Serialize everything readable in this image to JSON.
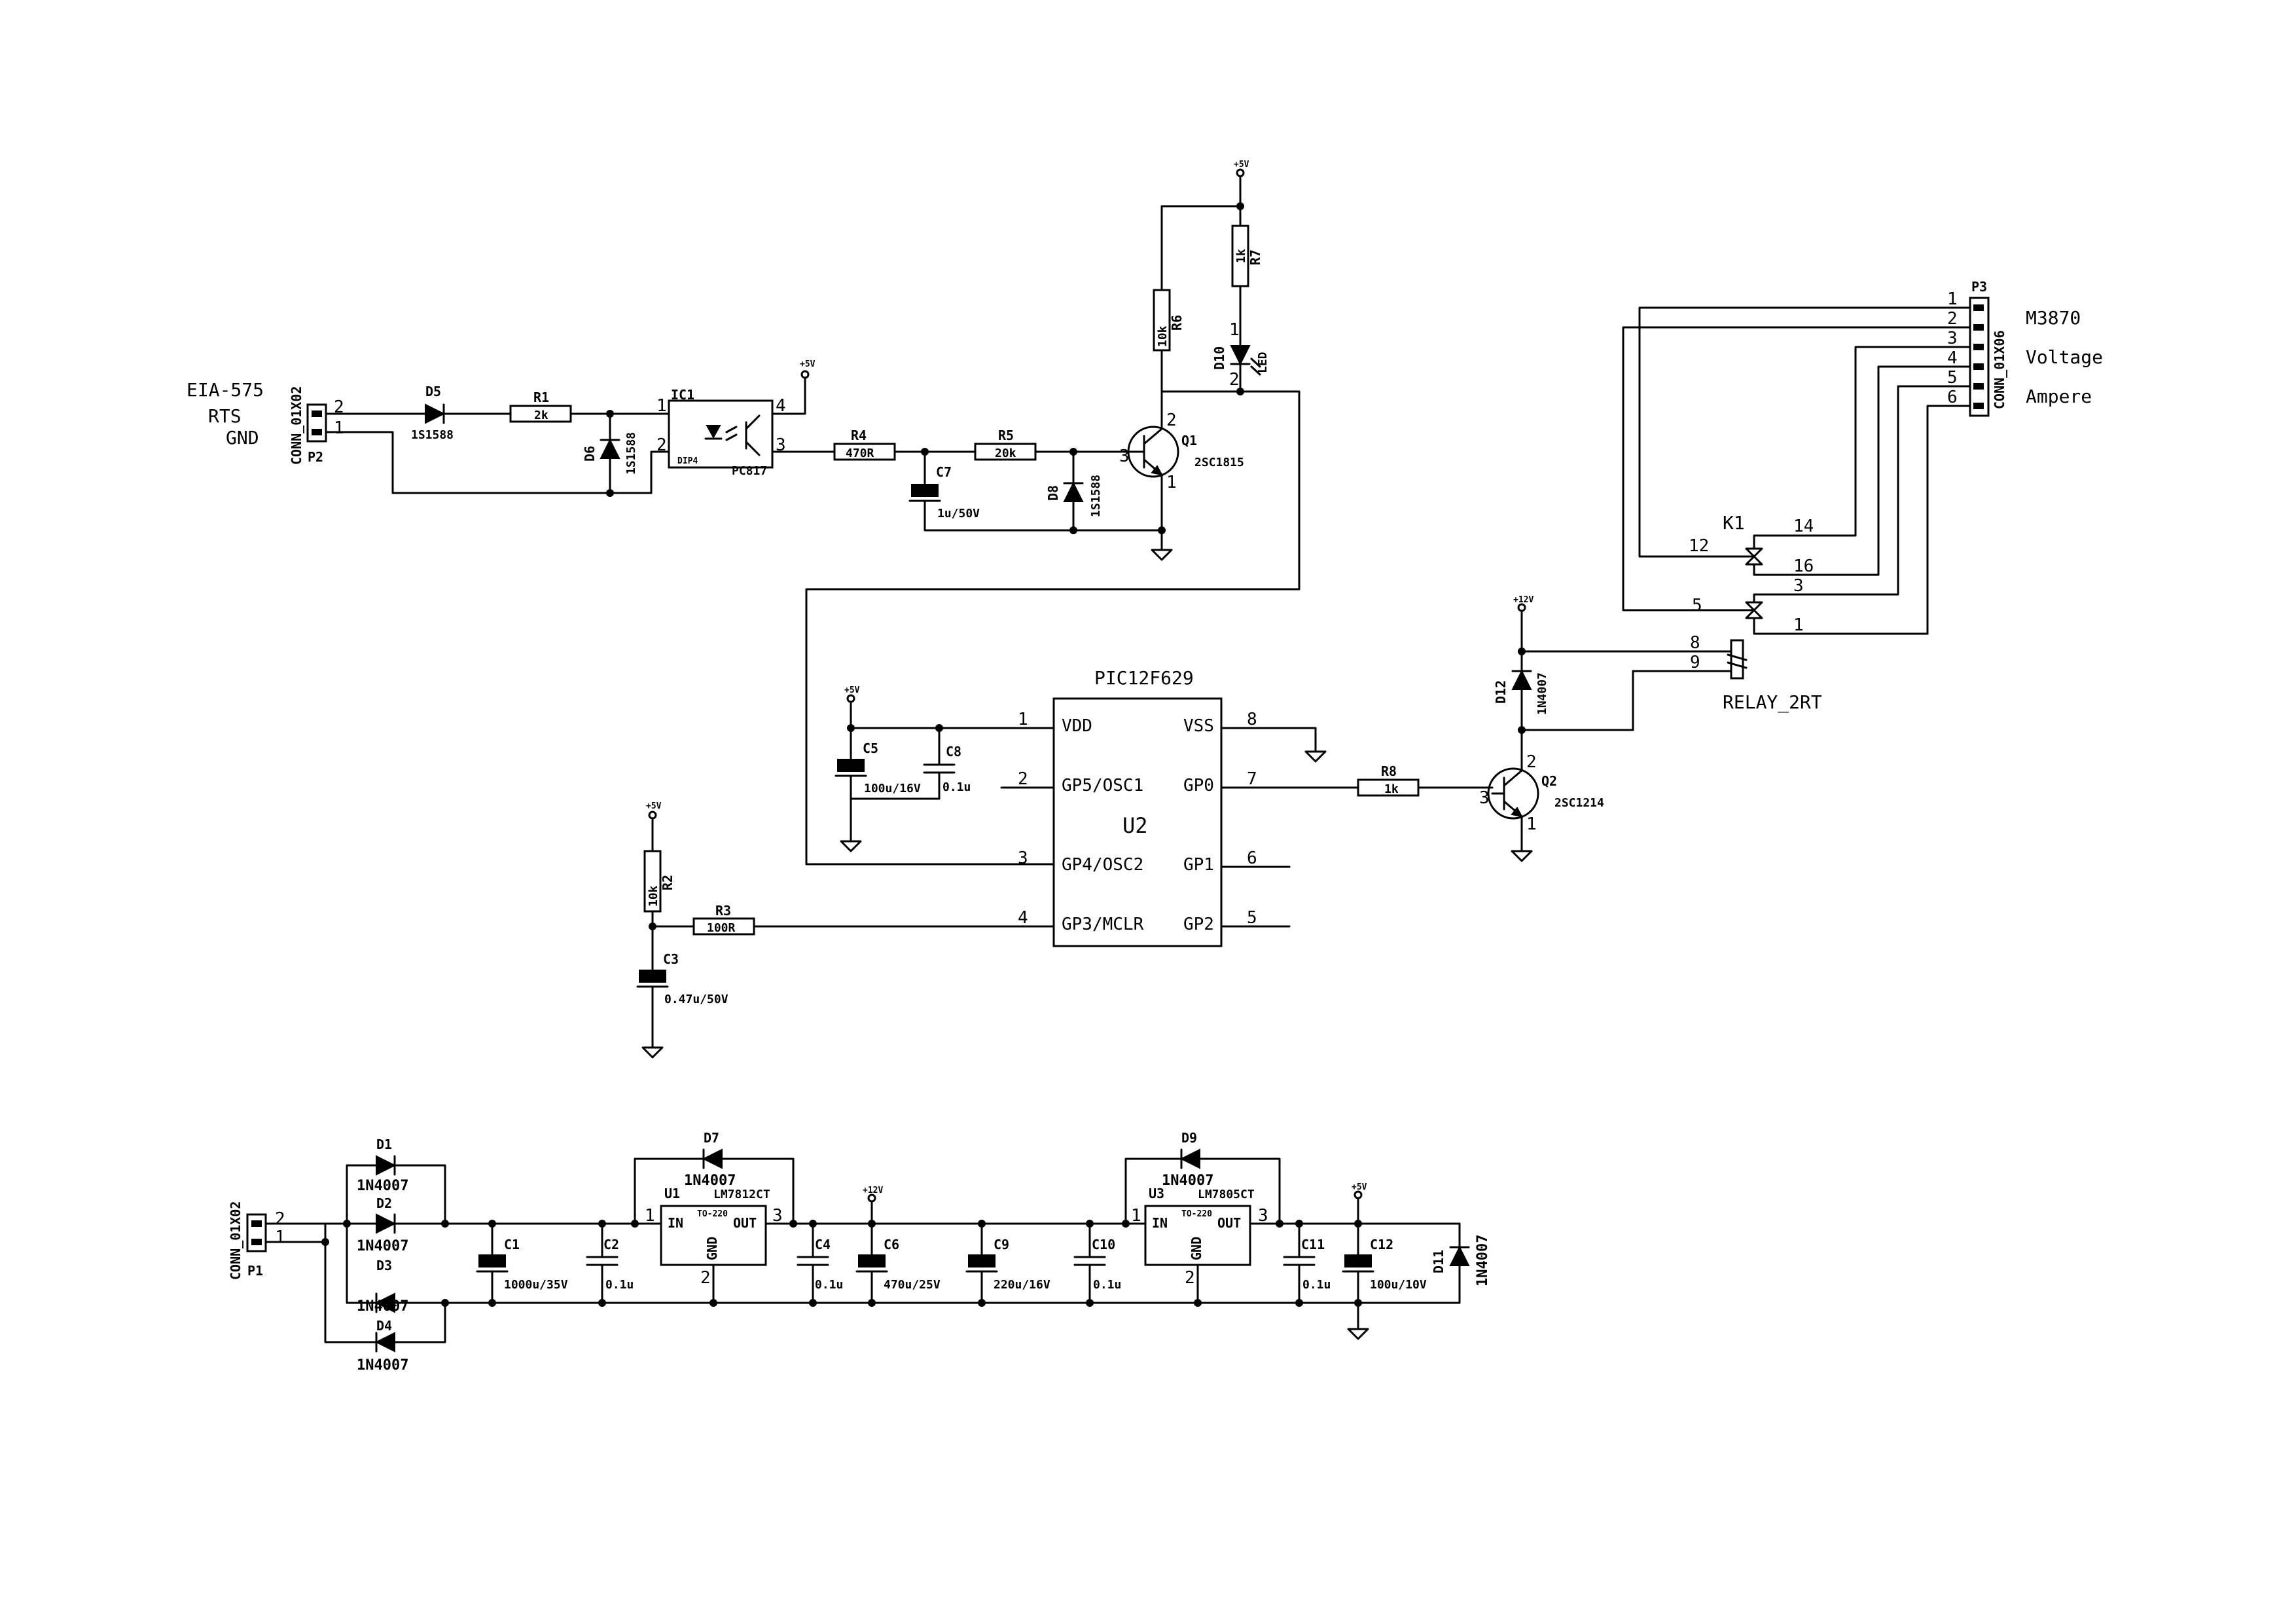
{
  "title_block": {
    "eia": "EIA-575",
    "rts": "RTS",
    "gnd": "GND",
    "m3870": "M3870",
    "voltage": "Voltage",
    "ampere": "Ampere"
  },
  "p2": {
    "ref": "P2",
    "val": "CONN_01X02",
    "pin1": "1",
    "pin2": "2"
  },
  "p1": {
    "ref": "P1",
    "val": "CONN_01X02",
    "pin1": "1",
    "pin2": "2"
  },
  "p3": {
    "ref": "P3",
    "val": "CONN_01X06",
    "pins": [
      "1",
      "2",
      "3",
      "4",
      "5",
      "6"
    ]
  },
  "d5": {
    "ref": "D5",
    "val": "1S1588"
  },
  "d6": {
    "ref": "D6",
    "val": "1S1588"
  },
  "d8": {
    "ref": "D8",
    "val": "1S1588"
  },
  "d10": {
    "ref": "D10",
    "val": "LED"
  },
  "d12": {
    "ref": "D12",
    "val": "1N4007"
  },
  "d11": {
    "ref": "D11",
    "val": "1N4007"
  },
  "d1": {
    "ref": "D1",
    "val": "1N4007"
  },
  "d2": {
    "ref": "D2",
    "val": "1N4007"
  },
  "d3": {
    "ref": "D3",
    "val": "1N4007"
  },
  "d4": {
    "ref": "D4",
    "val": "1N4007"
  },
  "d7": {
    "ref": "D7",
    "val": "1N4007"
  },
  "d9": {
    "ref": "D9",
    "val": "1N4007"
  },
  "r1": {
    "ref": "R1",
    "val": "2k"
  },
  "r2": {
    "ref": "R2",
    "val": "10k"
  },
  "r3": {
    "ref": "R3",
    "val": "100R"
  },
  "r4": {
    "ref": "R4",
    "val": "470R"
  },
  "r5": {
    "ref": "R5",
    "val": "20k"
  },
  "r6": {
    "ref": "R6",
    "val": "10k"
  },
  "r7": {
    "ref": "R7",
    "val": "1k"
  },
  "r8": {
    "ref": "R8",
    "val": "1k"
  },
  "ic1": {
    "ref": "IC1",
    "val": "PC817",
    "pkg": "DIP4",
    "pin1": "1",
    "pin2": "2",
    "pin3": "3",
    "pin4": "4"
  },
  "q1": {
    "ref": "Q1",
    "val": "2SC1815",
    "pin1": "1",
    "pin2": "2",
    "pin3": "3"
  },
  "q2": {
    "ref": "Q2",
    "val": "2SC1214",
    "pin1": "1",
    "pin2": "2",
    "pin3": "3"
  },
  "c1": {
    "ref": "C1",
    "val": "1000u/35V"
  },
  "c2": {
    "ref": "C2",
    "val": "0.1u"
  },
  "c3": {
    "ref": "C3",
    "val": "0.47u/50V"
  },
  "c4": {
    "ref": "C4",
    "val": "0.1u"
  },
  "c5": {
    "ref": "C5",
    "val": "100u/16V"
  },
  "c6": {
    "ref": "C6",
    "val": "470u/25V"
  },
  "c7": {
    "ref": "C7",
    "val": "1u/50V"
  },
  "c8": {
    "ref": "C8",
    "val": "0.1u"
  },
  "c9": {
    "ref": "C9",
    "val": "220u/16V"
  },
  "c10": {
    "ref": "C10",
    "val": "0.1u"
  },
  "c11": {
    "ref": "C11",
    "val": "0.1u"
  },
  "c12": {
    "ref": "C12",
    "val": "100u/10V"
  },
  "u1": {
    "ref": "U1",
    "val": "LM7812CT",
    "pkg": "TO-220",
    "in": "IN",
    "out": "OUT",
    "gnd": "GND",
    "pin1": "1",
    "pin2": "2",
    "pin3": "3"
  },
  "u3": {
    "ref": "U3",
    "val": "LM7805CT",
    "pkg": "TO-220",
    "in": "IN",
    "out": "OUT",
    "gnd": "GND",
    "pin1": "1",
    "pin2": "2",
    "pin3": "3"
  },
  "u2": {
    "ref": "U2",
    "val": "PIC12F629",
    "left": [
      {
        "num": "1",
        "name": "VDD"
      },
      {
        "num": "2",
        "name": "GP5/OSC1"
      },
      {
        "num": "3",
        "name": "GP4/OSC2"
      },
      {
        "num": "4",
        "name": "GP3/MCLR"
      }
    ],
    "right": [
      {
        "num": "8",
        "name": "VSS"
      },
      {
        "num": "7",
        "name": "GP0"
      },
      {
        "num": "6",
        "name": "GP1"
      },
      {
        "num": "5",
        "name": "GP2"
      }
    ]
  },
  "k1": {
    "ref": "K1",
    "val": "RELAY_2RT",
    "p14": "14",
    "p12": "12",
    "p16": "16",
    "p5": "5",
    "p3": "3",
    "p1": "1",
    "p8": "8",
    "p9": "9"
  },
  "power": {
    "v5": "+5V",
    "v12": "+12V"
  }
}
